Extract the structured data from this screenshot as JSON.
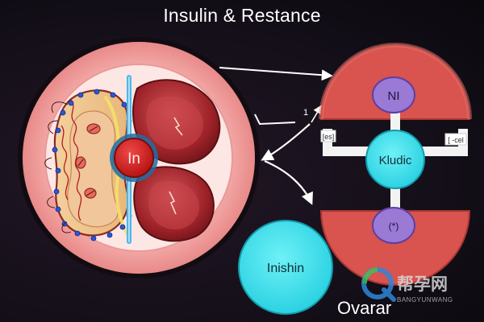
{
  "title": "Insulin  & Restance",
  "center_organ": {
    "nucleus_label": "In"
  },
  "right_structure": {
    "top_label": "NI",
    "center_label": "Kludic",
    "bottom_label": "(*)",
    "left_bracket_label": "[es]",
    "right_bracket_label": "[ -cel",
    "arrow_tick_label": "1"
  },
  "bottom_circle": {
    "label": "Inishin"
  },
  "footer": {
    "label": "Ovarar"
  },
  "watermark": {
    "chinese_text": "帮孕网",
    "latin_text": "BANGYUNWANG"
  },
  "colors": {
    "ring_pink": "#f0a0a0",
    "organ_red": "#a5262a",
    "structure_red": "#d9534f",
    "cyan": "#3ee0ee",
    "purple": "#9a7ad4"
  }
}
